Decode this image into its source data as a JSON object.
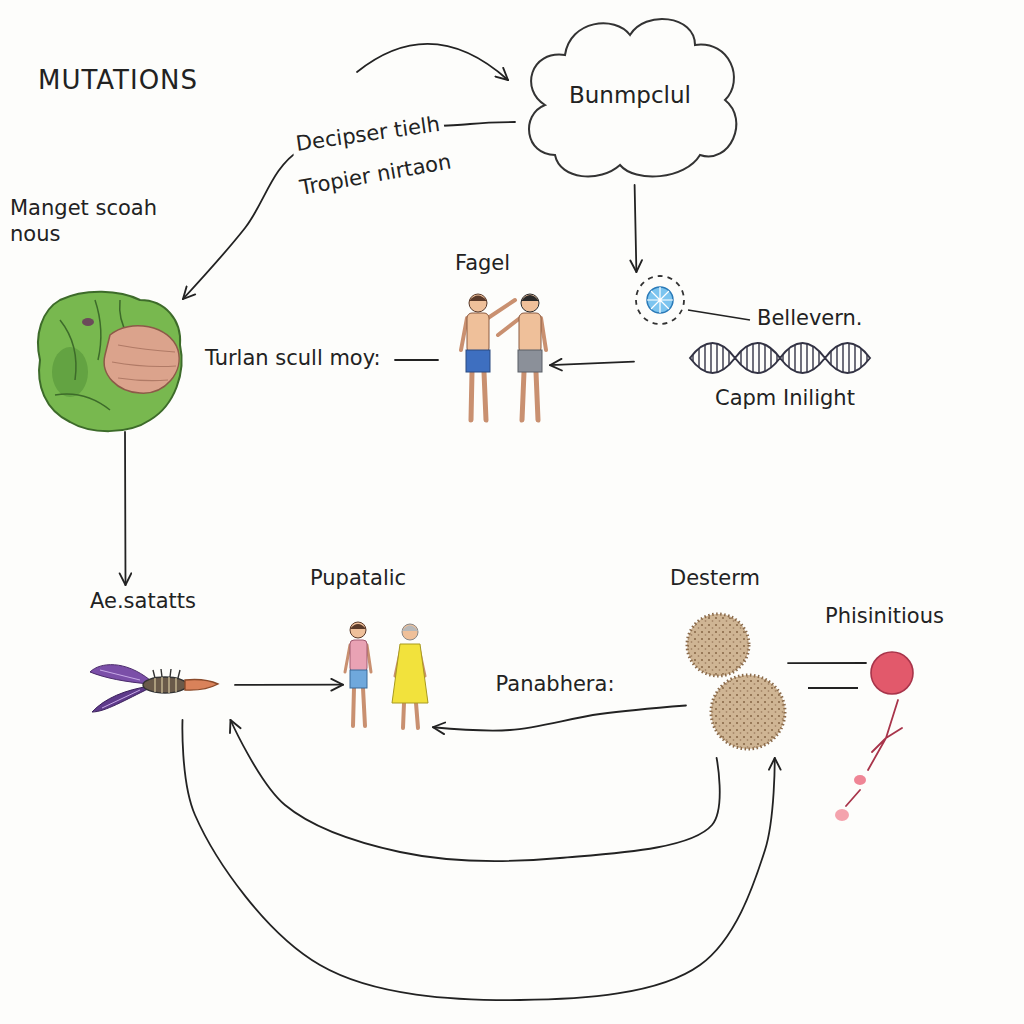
{
  "diagram": {
    "title": "MUTATIONS",
    "nodes": [
      {
        "text": [
          "Bunmpclul"
        ]
      },
      {
        "text": [
          "Manget scoah nous"
        ]
      },
      {
        "text": [
          "Fagel"
        ]
      },
      {
        "text": [
          "Bellevern.",
          "Capm Inilight"
        ]
      },
      {
        "text": [
          "Ae.satatts"
        ]
      },
      {
        "text": [
          "Pupatalic"
        ]
      },
      {
        "text": [
          "Desterm"
        ]
      },
      {
        "text": [
          "Phisinitious"
        ]
      }
    ],
    "edges": [
      {
        "from": 0,
        "to": 1,
        "arrow": "to",
        "label": "Decipser tielh"
      },
      {
        "from": 0,
        "to": 3,
        "arrow": "to"
      },
      {
        "from": 3,
        "to": 2,
        "arrow": "to"
      },
      {
        "from": 1,
        "to": 4,
        "arrow": "to"
      },
      {
        "from": 4,
        "to": 5,
        "arrow": "to"
      },
      {
        "from": 6,
        "to": 5,
        "arrow": "to",
        "label": "Panabhera:"
      },
      {
        "from": 7,
        "to": 6,
        "arrow": "none"
      },
      {
        "from": 4,
        "to": 6,
        "arrow": "to"
      },
      {
        "from": 6,
        "to": 4,
        "arrow": "to"
      }
    ],
    "labels": [
      "Tropier nirtaon",
      "Turlan scull moy:"
    ]
  }
}
